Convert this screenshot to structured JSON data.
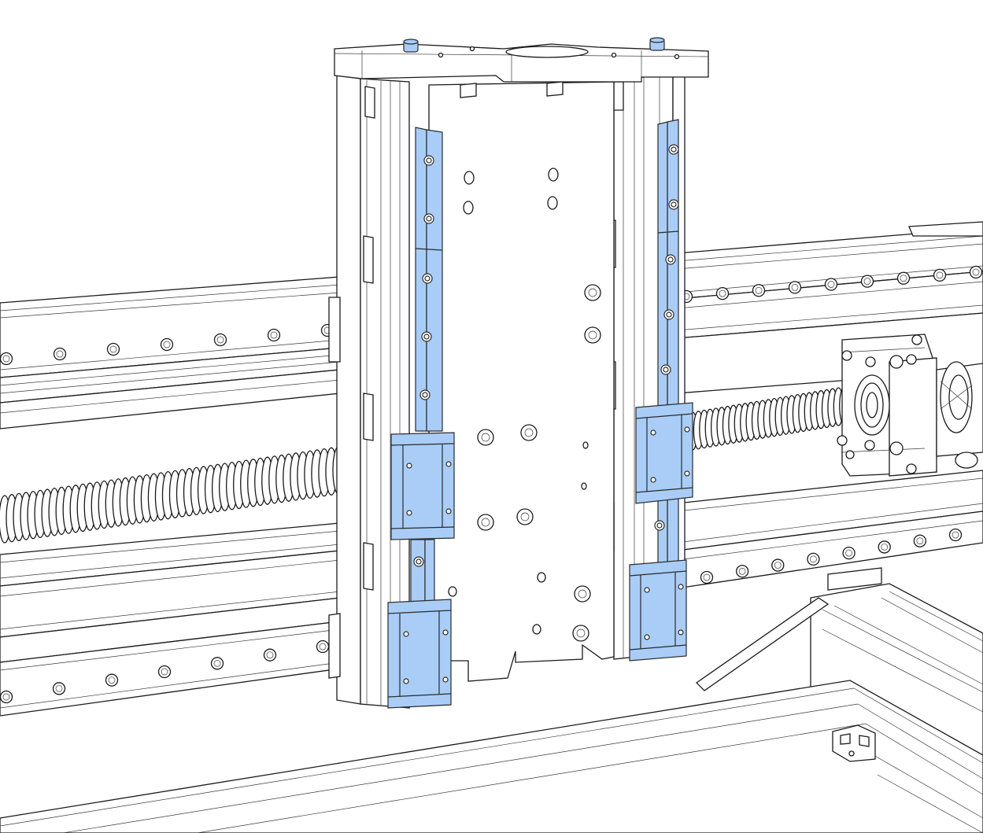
{
  "colors": {
    "background": "#ffffff",
    "linework": "#1a1a1a",
    "highlight": "#a9cdf7",
    "highlight_edge": "#6f95c2"
  },
  "drawing": {
    "style": "line-art",
    "highlighted_parts": [
      "linear-rail",
      "carriage-block",
      "bolt-cap"
    ]
  }
}
